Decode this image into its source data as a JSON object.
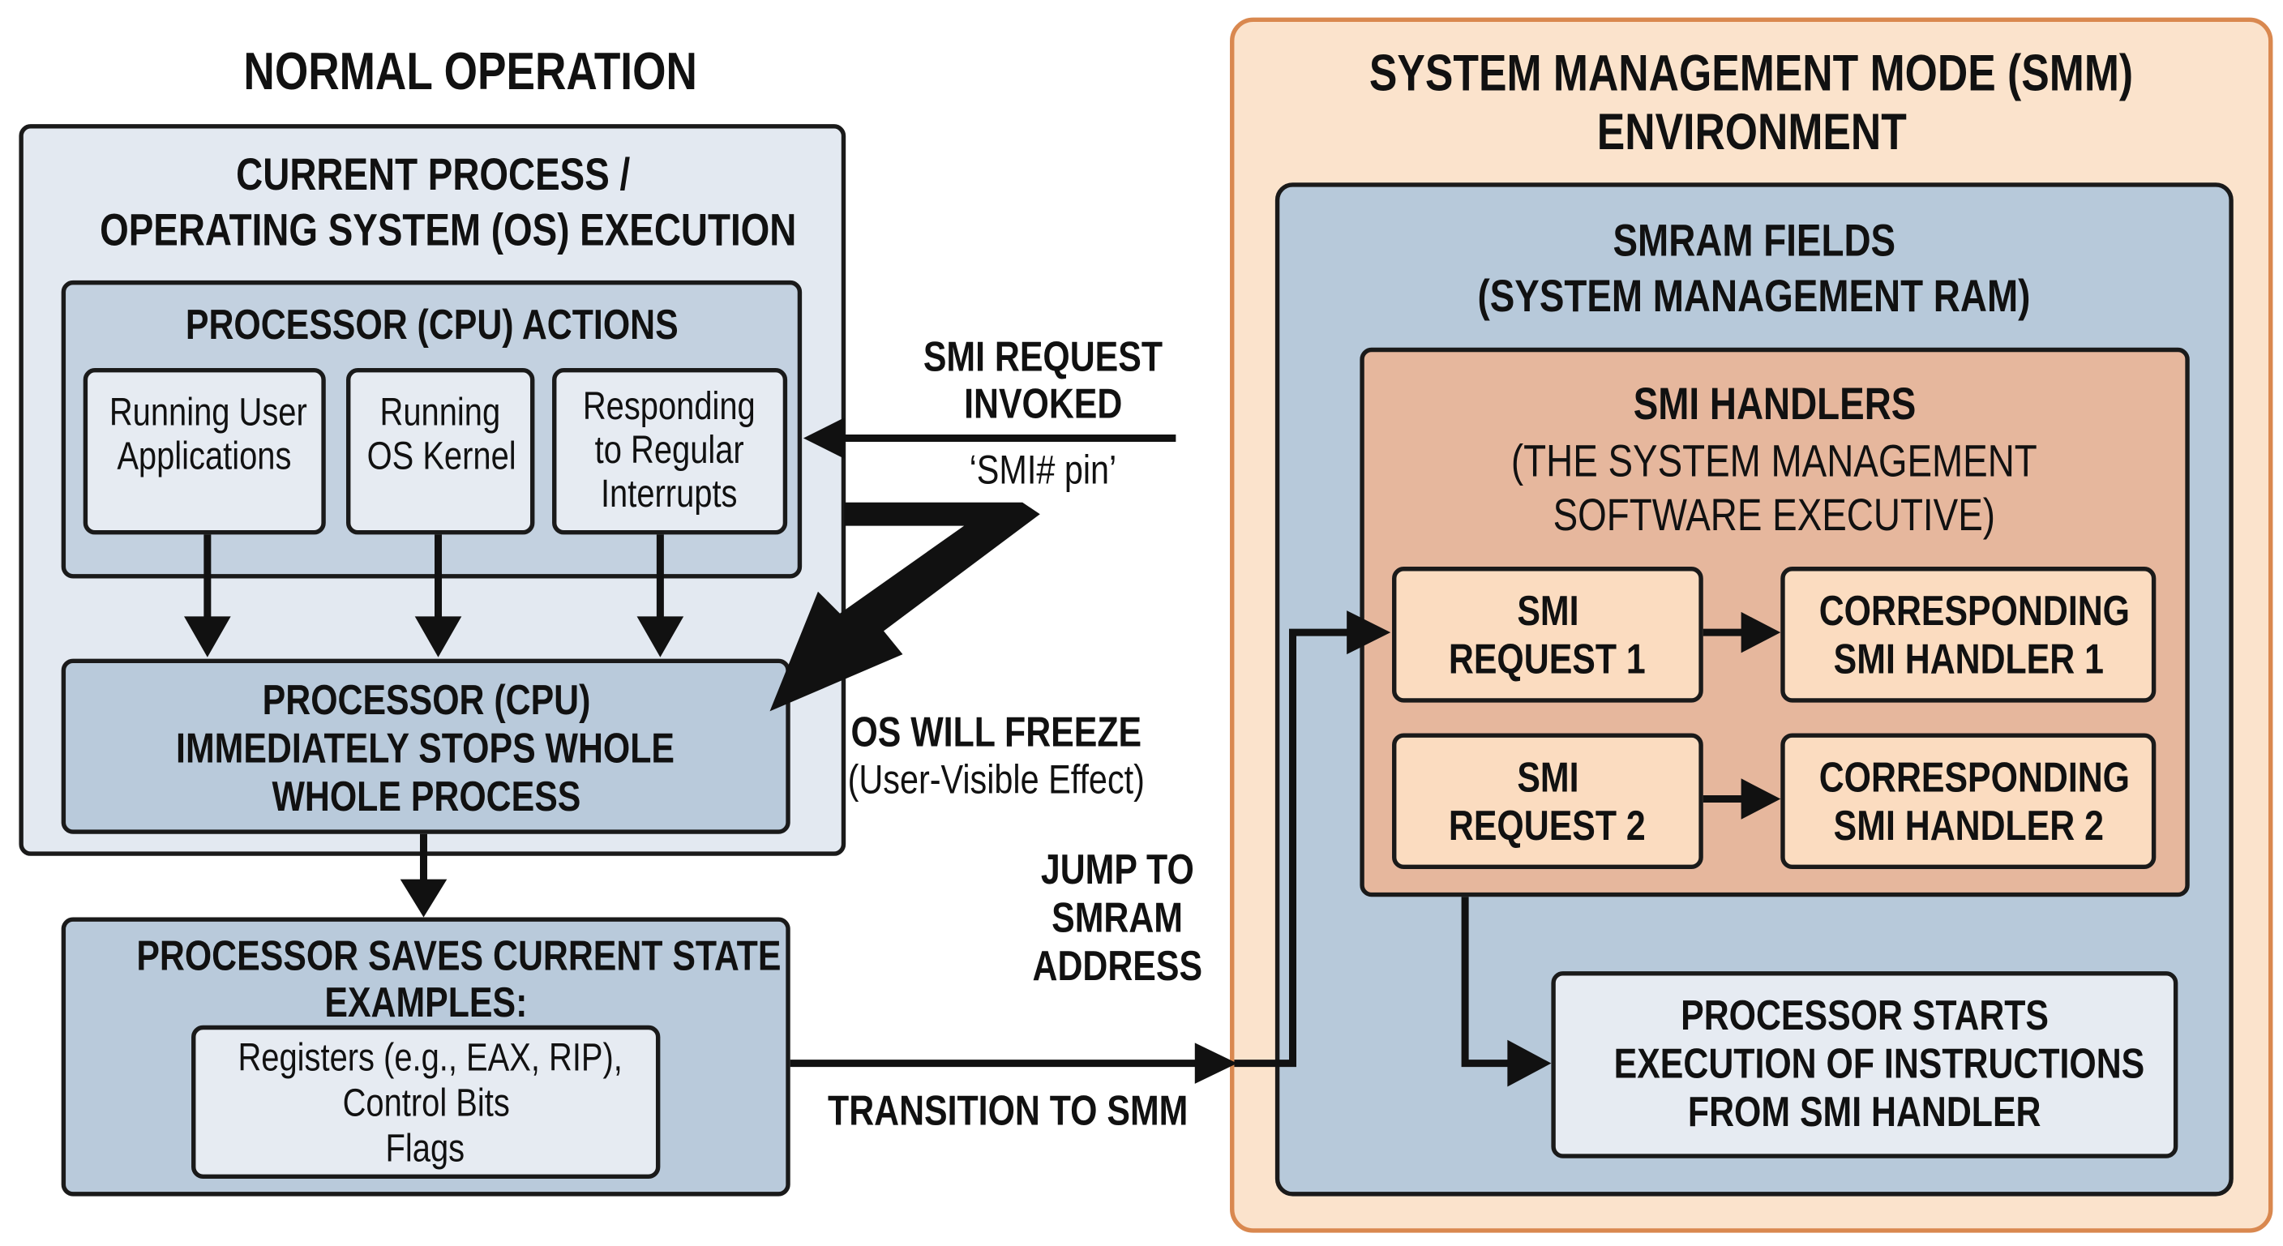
{
  "normal": {
    "title": "NORMAL OPERATION",
    "process_box": {
      "line1": "CURRENT PROCESS /",
      "line2": "OPERATING SYSTEM (OS) EXECUTION"
    },
    "cpu_actions": {
      "title": "PROCESSOR (CPU) ACTIONS",
      "items": [
        {
          "line1": "Running User",
          "line2": "Applications"
        },
        {
          "line1": "Running",
          "line2": "OS Kernel"
        },
        {
          "line1": "Responding",
          "line2": "to Regular",
          "line3": "Interrupts"
        }
      ]
    },
    "stop_box": {
      "line1": "PROCESSOR (CPU)",
      "line2": "IMMEDIATELY STOPS WHOLE",
      "line3": "WHOLE PROCESS"
    },
    "save_box": {
      "line1": "PROCESSOR SAVES CURRENT STATE",
      "line2": "EXAMPLES:",
      "examples": [
        "Registers (e.g., EAX, RIP),",
        "Control Bits",
        "Flags"
      ]
    }
  },
  "labels": {
    "smi_request": [
      "SMI REQUEST",
      "INVOKED"
    ],
    "smi_pin": "‘SMI# pin’",
    "freeze": "OS WILL FREEZE",
    "freeze_sub": "(User-Visible Effect)",
    "jump": [
      "JUMP TO",
      "SMRAM",
      "ADDRESS"
    ],
    "transition": "TRANSITION TO SMM"
  },
  "smm": {
    "title": [
      "SYSTEM MANAGEMENT MODE (SMM)",
      "ENVIRONMENT"
    ],
    "smram": {
      "line1": "SMRAM FIELDS",
      "line2": "(SYSTEM MANAGEMENT RAM)"
    },
    "handlers": {
      "title": "SMI HANDLERS",
      "sub1": "(THE SYSTEM MANAGEMENT",
      "sub2": "SOFTWARE EXECUTIVE)",
      "rows": [
        {
          "req": [
            "SMI",
            "REQUEST 1"
          ],
          "handler": [
            "CORRESPONDING",
            "SMI HANDLER 1"
          ]
        },
        {
          "req": [
            "SMI",
            "REQUEST 2"
          ],
          "handler": [
            "CORRESPONDING",
            "SMI HANDLER 2"
          ]
        }
      ]
    },
    "exec_box": [
      "PROCESSOR STARTS",
      "EXECUTION OF INSTRUCTIONS",
      "FROM SMI HANDLER"
    ]
  },
  "colors": {
    "light_blue": "#e3e9f1",
    "mid_blue": "#c3d1e0",
    "steel_blue": "#b7c9da",
    "smm_bg": "#fbe3cc",
    "smm_border": "#d9884f",
    "handlers_bg": "#e6b79d",
    "request_bg": "#fbdcc0"
  }
}
